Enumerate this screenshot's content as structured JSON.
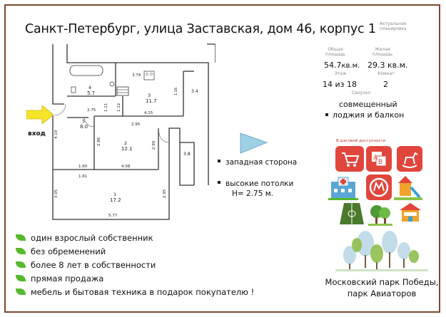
{
  "title": "Санкт-Петербург, улица Заставская, дом 46, корпус 1",
  "actual_label": "Актуальная планировка",
  "stats": {
    "total_area_label": "Общая площадь",
    "total_area_value": "54.7",
    "total_area_unit": "кв.м.",
    "living_area_label": "Жилая площадь",
    "living_area_value": "29.3 кв.м.",
    "floor_label": "Этаж",
    "floor_value": "14 из 18",
    "rooms_label": "Комнат",
    "rooms_value": "2",
    "bathroom_label": "Санузел",
    "bathroom_value": "совмещенный",
    "balcony_value": "лоджия и балкон"
  },
  "plan": {
    "entrance_label": "вход",
    "rooms": [
      {
        "num": "4",
        "area": "5.7"
      },
      {
        "num": "3",
        "area": "11.7"
      },
      {
        "num": "5",
        "area": "8.0"
      },
      {
        "num": "2",
        "area": "12.1"
      },
      {
        "num": "1",
        "area": "17.2"
      }
    ],
    "dims": [
      "3.79",
      "2.75",
      "1.11",
      "1.12",
      "4.15",
      "3.4",
      "2.95",
      "2.86",
      "2.99",
      "3.8",
      "4.19",
      "1.60",
      "1.61",
      "4.08",
      "3.05",
      "2.95",
      "5.77",
      "1.16"
    ]
  },
  "orientation": {
    "side": "западная сторона",
    "ceilings_line1": "высокие потолки",
    "ceilings_line2": "H= 2.75 м."
  },
  "features": [
    "один взрослый собственник",
    "без обременений",
    "более 8 лет в собственности",
    "прямая продажа",
    "мебель и бытовая техника в подарок покупателю !"
  ],
  "nearby": {
    "heading": "В шаговой доступности",
    "icons": [
      "shopping-cart-icon",
      "school-abc-icon",
      "rocking-horse-icon",
      "hospital-icon",
      "metro-icon",
      "playground-icon",
      "sports-field-icon",
      "park-icon",
      "kindergarten-icon"
    ],
    "parks_line1": "Московский парк Победы,",
    "parks_line2": "парк Авиаторов"
  },
  "colors": {
    "frame": "#7b4a2e",
    "accent_red": "#e0463c",
    "arrow_yellow": "#f5e42a",
    "triangle_blue": "#9ed0e6",
    "leaf_green": "#57b82e"
  }
}
